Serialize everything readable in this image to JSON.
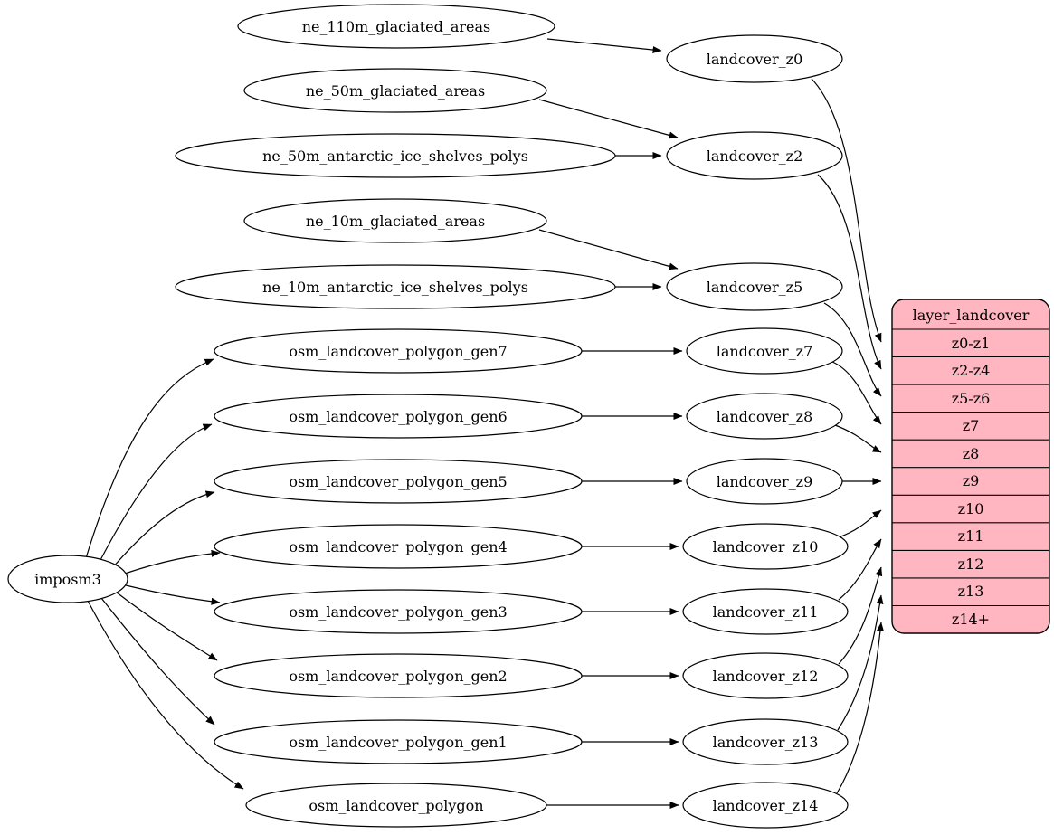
{
  "diagram": {
    "description": "Graphviz-style flow diagram of landcover layer generation",
    "colors": {
      "background": "#ffffff",
      "node_fill": "#ffffff",
      "node_stroke": "#000000",
      "edge_color": "#000000",
      "record_fill": "#ffb6c1",
      "record_stroke": "#000000",
      "text_color": "#000000"
    },
    "imposm3": {
      "label": "imposm3"
    },
    "sources": [
      "ne_110m_glaciated_areas",
      "ne_50m_glaciated_areas",
      "ne_50m_antarctic_ice_shelves_polys",
      "ne_10m_glaciated_areas",
      "ne_10m_antarctic_ice_shelves_polys",
      "osm_landcover_polygon_gen7",
      "osm_landcover_polygon_gen6",
      "osm_landcover_polygon_gen5",
      "osm_landcover_polygon_gen4",
      "osm_landcover_polygon_gen3",
      "osm_landcover_polygon_gen2",
      "osm_landcover_polygon_gen1",
      "osm_landcover_polygon"
    ],
    "stages": [
      "landcover_z0",
      "landcover_z2",
      "landcover_z5",
      "landcover_z7",
      "landcover_z8",
      "landcover_z9",
      "landcover_z10",
      "landcover_z11",
      "landcover_z12",
      "landcover_z13",
      "landcover_z14"
    ],
    "record": {
      "title": "layer_landcover",
      "rows": [
        "z0-z1",
        "z2-z4",
        "z5-z6",
        "z7",
        "z8",
        "z9",
        "z10",
        "z11",
        "z12",
        "z13",
        "z14+"
      ]
    },
    "edges": [
      "imposm3 -> osm_landcover_polygon_gen7",
      "imposm3 -> osm_landcover_polygon_gen6",
      "imposm3 -> osm_landcover_polygon_gen5",
      "imposm3 -> osm_landcover_polygon_gen4",
      "imposm3 -> osm_landcover_polygon_gen3",
      "imposm3 -> osm_landcover_polygon_gen2",
      "imposm3 -> osm_landcover_polygon_gen1",
      "imposm3 -> osm_landcover_polygon",
      "ne_110m_glaciated_areas -> landcover_z0",
      "ne_50m_glaciated_areas -> landcover_z2",
      "ne_50m_antarctic_ice_shelves_polys -> landcover_z2",
      "ne_10m_glaciated_areas -> landcover_z5",
      "ne_10m_antarctic_ice_shelves_polys -> landcover_z5",
      "osm_landcover_polygon_gen7 -> landcover_z7",
      "osm_landcover_polygon_gen6 -> landcover_z8",
      "osm_landcover_polygon_gen5 -> landcover_z9",
      "osm_landcover_polygon_gen4 -> landcover_z10",
      "osm_landcover_polygon_gen3 -> landcover_z11",
      "osm_landcover_polygon_gen2 -> landcover_z12",
      "osm_landcover_polygon_gen1 -> landcover_z13",
      "osm_landcover_polygon -> landcover_z14",
      "landcover_z0 -> layer_landcover:z0-z1",
      "landcover_z2 -> layer_landcover:z2-z4",
      "landcover_z5 -> layer_landcover:z5-z6",
      "landcover_z7 -> layer_landcover:z7",
      "landcover_z8 -> layer_landcover:z8",
      "landcover_z9 -> layer_landcover:z9",
      "landcover_z10 -> layer_landcover:z10",
      "landcover_z11 -> layer_landcover:z11",
      "landcover_z12 -> layer_landcover:z12",
      "landcover_z13 -> layer_landcover:z13",
      "landcover_z14 -> layer_landcover:z14+"
    ]
  }
}
